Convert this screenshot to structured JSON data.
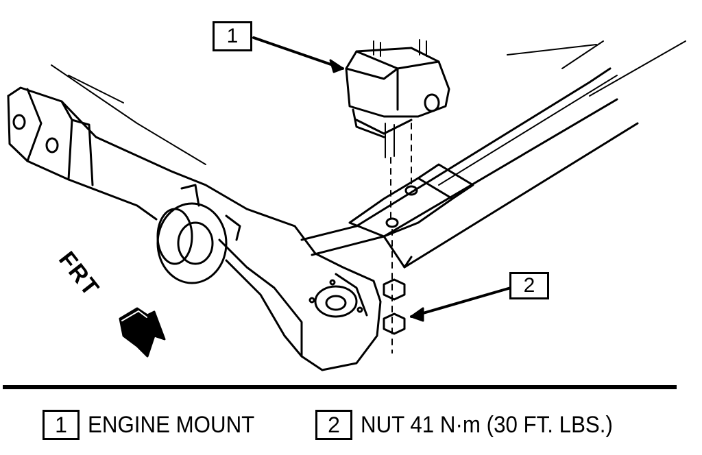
{
  "callouts": {
    "one": "1",
    "two": "2"
  },
  "direction_label": "FRT",
  "legend": [
    {
      "number": "1",
      "text": "ENGINE MOUNT"
    },
    {
      "number": "2",
      "text": "NUT 41 N·m (30 FT. LBS.)"
    }
  ],
  "colors": {
    "ink": "#000000",
    "paper": "#ffffff"
  }
}
